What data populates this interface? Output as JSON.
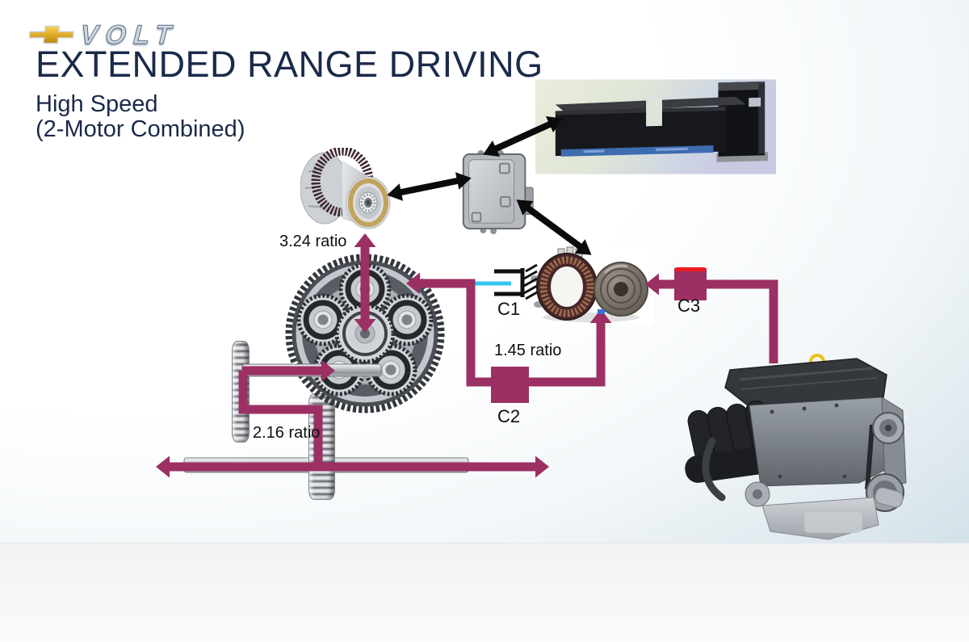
{
  "brand": {
    "wordmark": "VOLT"
  },
  "header": {
    "title": "EXTENDED RANGE DRIVING",
    "subtitle_line1": "High Speed",
    "subtitle_line2": "(2-Motor Combined)"
  },
  "diagram": {
    "ratio_motor_label": "3.24 ratio",
    "ratio_mid_label": "1.45 ratio",
    "ratio_final_label": "2.16 ratio",
    "clutch_c1_label": "C1",
    "clutch_c2_label": "C2",
    "clutch_c3_label": "C3"
  },
  "colors": {
    "title_navy": "#1b2a4a",
    "power_flow_maroon": "#9c2f63",
    "clutch_line_cyan": "#35c6f0",
    "clutch_mark_red": "#ec1b21",
    "signal_arrow_black": "#0b0b0b",
    "bowtie_gold": "#e8b93c",
    "background_blue": "#b5ccd8"
  }
}
